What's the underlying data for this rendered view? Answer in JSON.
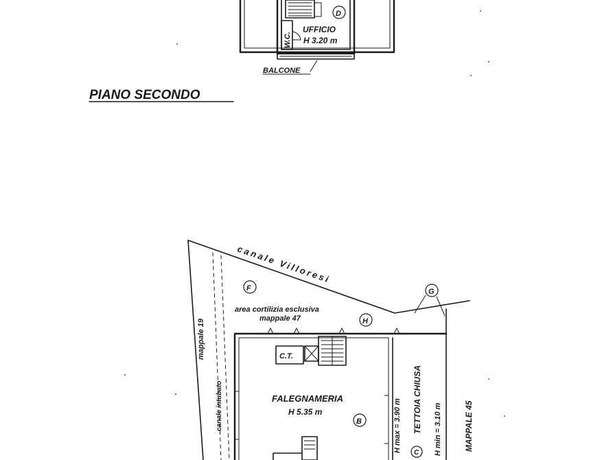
{
  "upper_floor": {
    "room_label": "UFFICIO",
    "room_height": "H 3.20 m",
    "wc_label": "W.C.",
    "marker": "D",
    "balcony_label": "BALCONE",
    "floor_title": "PIANO SECONDO"
  },
  "ground_floor": {
    "canal_label": "canale Villoresi",
    "courtyard_marker": "F",
    "courtyard_label_line1": "area cortilizia esclusiva",
    "courtyard_label_line2": "mappale 47",
    "marker_h": "H",
    "marker_g": "G",
    "left_parcel": "mappale 19",
    "culvert_label": "canale intubato",
    "boiler_label": "C.T.",
    "workshop_label": "FALEGNAMERIA",
    "workshop_height": "H 5.35 m",
    "marker_b": "B",
    "shed_label": "TETTOIA CHIUSA",
    "shed_h_max": "H max = 3.90 m",
    "shed_h_min": "H min = 3.10 m",
    "marker_c": "C",
    "right_parcel": "MAPPALE 45"
  }
}
